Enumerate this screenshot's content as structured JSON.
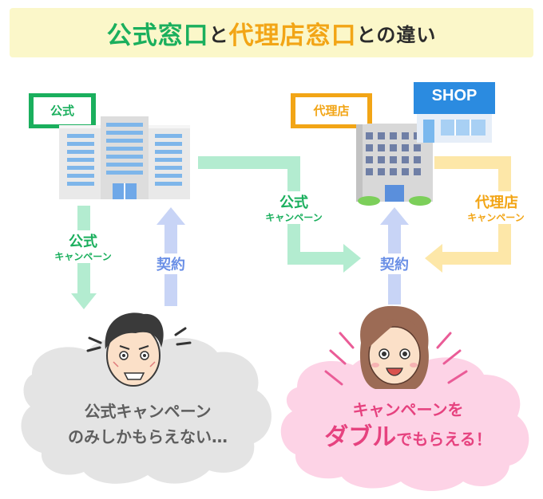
{
  "title": {
    "part1": "公式窓口",
    "part2": "と",
    "part3": "代理店窓口",
    "part4": "との違い"
  },
  "official": {
    "label": "公式",
    "down_arrow_title": "公式",
    "down_arrow_sub": "キャンペーン",
    "up_arrow_label": "契約",
    "person_message_line1": "公式キャンペーン",
    "person_message_line2": "のみしかもらえない…"
  },
  "agency": {
    "label": "代理店",
    "shop_sign": "SHOP",
    "official_campaign_title": "公式",
    "official_campaign_sub": "キャンペーン",
    "agency_campaign_title": "代理店",
    "agency_campaign_sub": "キャンペーン",
    "contract_label": "契約",
    "person_message_line1": "キャンペーンを",
    "person_message_bold": "ダブル",
    "person_message_line2_rest": "でもらえる！"
  },
  "colors": {
    "green": "#1aaf5d",
    "orange": "#f2a516",
    "blue_arrow": "#c8d4f6",
    "green_arrow": "#b3ecd0",
    "orange_arrow": "#fde7a8",
    "pink_cloud": "#fdd3e6",
    "gray_cloud": "#e4e4e4"
  }
}
